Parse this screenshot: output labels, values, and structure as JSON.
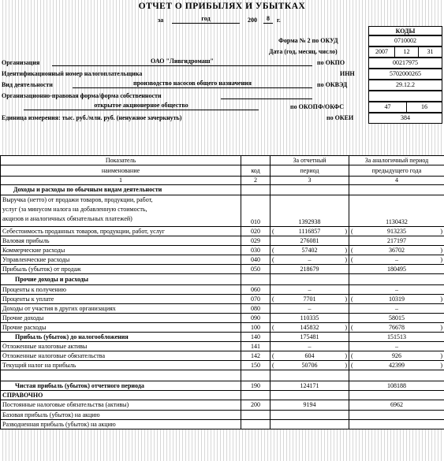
{
  "header": {
    "title": "ОТЧЕТ О ПРИБЫЛЯХ И УБЫТКАХ",
    "period_prefix": "за",
    "period_unit": "год",
    "year_prefix": "200",
    "year_digit": "8",
    "year_suffix": "г."
  },
  "codes": {
    "heading": "КОДЫ",
    "okud_label": "Форма № 2 по ОКУД",
    "okud": "0710002",
    "date_label": "Дата (год, месяц, число)",
    "date_year": "2007",
    "date_month": "12",
    "date_day": "31",
    "okpo_label": "по ОКПО",
    "okpo": "00217975",
    "inn_label": "ИНН",
    "inn": "5702000265",
    "okved_label": "по ОКВЭД",
    "okved": "29.12.2",
    "okopf_label": "по ОКОПФ/ОКФС",
    "okopf": "47",
    "okfs": "16",
    "okei_label": "по ОКЕИ",
    "okei": "384"
  },
  "org": {
    "name_label": "Организация",
    "name": "ОАО \"Ливгидромаш\"",
    "taxpayer_label": "Идентификационный номер налогоплательщика",
    "activity_label": "Вид деятельности",
    "activity": "производство насосов общего назначения",
    "legal_form_label": "Организационно-правовая форма/форма собственности",
    "legal_form": "открытое акционерное общество",
    "unit_label": "Единица измерения: тыс. руб./млн. руб. (ненужное зачеркнуть)"
  },
  "table": {
    "col_indicator_top": "Показатель",
    "col_indicator_name": "наименование",
    "col_code": "код",
    "col_current_1": "За отчетный",
    "col_current_2": "период",
    "col_prev_1": "За аналогичный период",
    "col_prev_2": "предыдущего года",
    "num_1": "1",
    "num_2": "2",
    "num_3": "3",
    "num_4": "4",
    "section_ordinary": "Доходы и расходы по обычным видам деятельности",
    "revenue_1": "Выручка (нетто) от продажи товаров, продукции, работ,",
    "revenue_2": "услуг (за минусом налога на добавленную стоимость,",
    "revenue_3": "акцизов и аналогичных обязательных платежей)",
    "revenue_code": "010",
    "revenue_cur": "1392938",
    "revenue_prev": "1130432",
    "cost_label": "Себестоимость проданных товаров, продукции, работ, услуг",
    "cost_code": "020",
    "cost_cur": "1116857",
    "cost_prev": "913235",
    "gross_label": "Валовая прибыль",
    "gross_code": "029",
    "gross_cur": "276081",
    "gross_prev": "217197",
    "selling_label": "Коммерческие расходы",
    "selling_code": "030",
    "selling_cur": "57402",
    "selling_prev": "36702",
    "admin_label": "Управленческие расходы",
    "admin_code": "040",
    "admin_cur": "–",
    "admin_prev": "–",
    "sales_profit_label": "Прибыль (убыток) от продаж",
    "sales_profit_code": "050",
    "sales_profit_cur": "218679",
    "sales_profit_prev": "180495",
    "section_other": "Прочие доходы и расходы",
    "int_recv_label": "Проценты к получению",
    "int_recv_code": "060",
    "int_recv_cur": "–",
    "int_recv_prev": "–",
    "int_pay_label": "Проценты к уплате",
    "int_pay_code": "070",
    "int_pay_cur": "7701",
    "int_pay_prev": "10319",
    "part_label": "Доходы от участия в других организациях",
    "part_code": "080",
    "part_cur": "–",
    "part_prev": "–",
    "other_inc_label": "Прочие доходы",
    "other_inc_code": "090",
    "other_inc_cur": "110335",
    "other_inc_prev": "58015",
    "other_exp_label": "Прочие расходы",
    "other_exp_code": "100",
    "other_exp_cur": "145832",
    "other_exp_prev": "76678",
    "pretax_label": "Прибыль (убыток) до налогообложения",
    "pretax_code": "140",
    "pretax_cur": "175481",
    "pretax_prev": "151513",
    "dta_label": "Отложенные налоговые активы",
    "dta_code": "141",
    "dta_cur": "–",
    "dta_prev": "–",
    "dtl_label": "Отложенные налоговые обязательства",
    "dtl_code": "142",
    "dtl_cur": "604",
    "dtl_prev": "926",
    "tax_label": "Текущий налог на прибыль",
    "tax_code": "150",
    "tax_cur": "50706",
    "tax_prev": "42399",
    "net_label": "Чистая прибыль (убыток) отчетного периода",
    "net_code": "190",
    "net_cur": "124171",
    "net_prev": "108188",
    "ref_label": "СПРАВОЧНО",
    "perm_label": "Постоянные налоговые обязательства (активы)",
    "perm_code": "200",
    "perm_cur": "9194",
    "perm_prev": "6962",
    "basic_eps_label": "Базовая прибыль (убыток) на акцию",
    "diluted_eps_label": "Разводненная прибыль (убыток) на акцию"
  }
}
